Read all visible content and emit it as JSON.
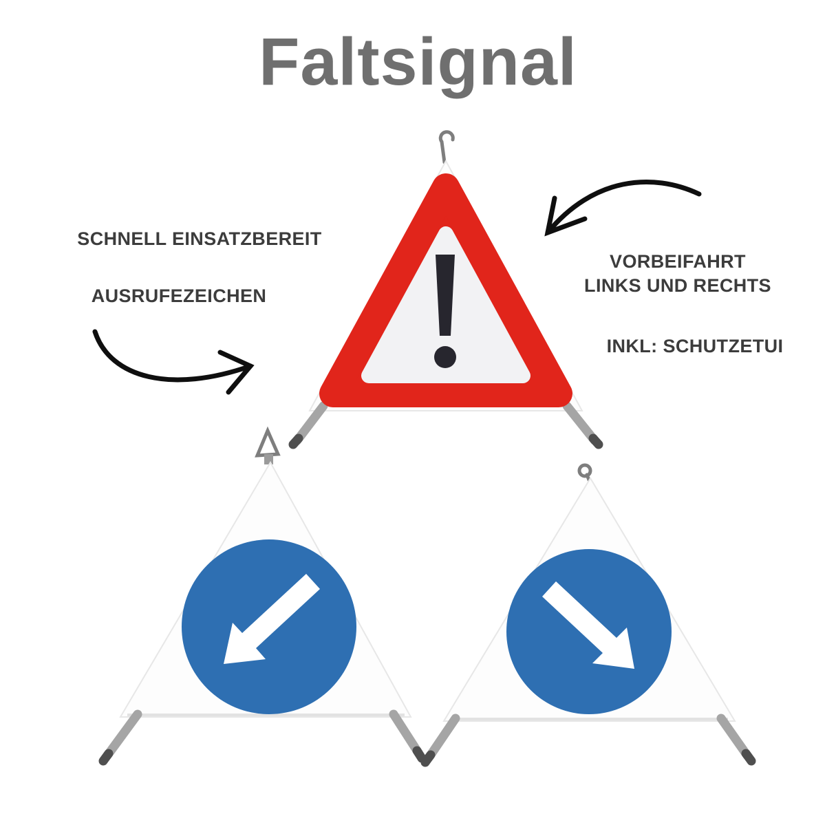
{
  "page": {
    "title": "Faltsignal"
  },
  "annotations": {
    "left_top_label": "SCHNELL EINSATZBEREIT",
    "left_bottom_label": "AUSRUFEZEICHEN",
    "right_top_label_line1": "VORBEIFAHRT",
    "right_top_label_line2": "LINKS UND RECHTS",
    "right_bottom_label": "INKL: SCHUTZETUI"
  },
  "signs": {
    "top": {
      "name": "warning-exclamation-triangle",
      "icon": "exclamation-mark-icon"
    },
    "bottom_left": {
      "name": "keep-left-sign",
      "icon": "arrow-down-left-icon"
    },
    "bottom_right": {
      "name": "keep-right-sign",
      "icon": "arrow-down-right-icon"
    }
  },
  "colors": {
    "title_gray": "#6f6f6f",
    "label_dark": "#3c3c3c",
    "warning_red": "#e1251b",
    "inner_white": "#f2f2f4",
    "exclamation_dark": "#27262e",
    "sign_blue": "#2e6fb2",
    "fabric_white": "#fdfdfd",
    "metal_gray": "#a5a5a5",
    "arrow_black": "#0f0f0f"
  }
}
